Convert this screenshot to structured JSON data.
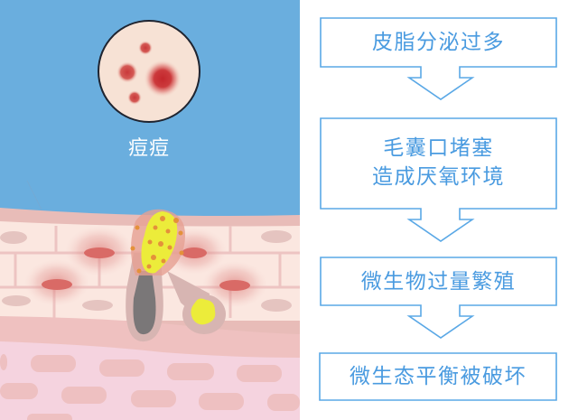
{
  "illustration": {
    "magnified_label": "痘痘",
    "colors": {
      "sky": "#6aaede",
      "epidermis_top": "#e8bcb8",
      "epidermis_cells": "#fbe7e0",
      "cell_border": "#edc4c2",
      "dermis_band": "#efc1c0",
      "deep_dermis": "#f5d3df",
      "deep_cells": "#eec0c1",
      "sebum_yellow": "#ecec3a",
      "follicle_gray": "#7a7778",
      "follicle_sheath": "#d7b5b2",
      "inflammation_red": "#d96a66",
      "magnifier_fill": "#f7e2d5",
      "pimple_red": "#c9393a"
    }
  },
  "flow": {
    "accent_color": "#5aa8e6",
    "text_color": "#4a9be0",
    "steps": [
      {
        "lines": [
          "皮脂分泌过多"
        ]
      },
      {
        "lines": [
          "毛囊口堵塞",
          "造成厌氧环境"
        ]
      },
      {
        "lines": [
          "微生物过量繁殖"
        ]
      },
      {
        "lines": [
          "微生态平衡被破坏"
        ]
      }
    ]
  }
}
